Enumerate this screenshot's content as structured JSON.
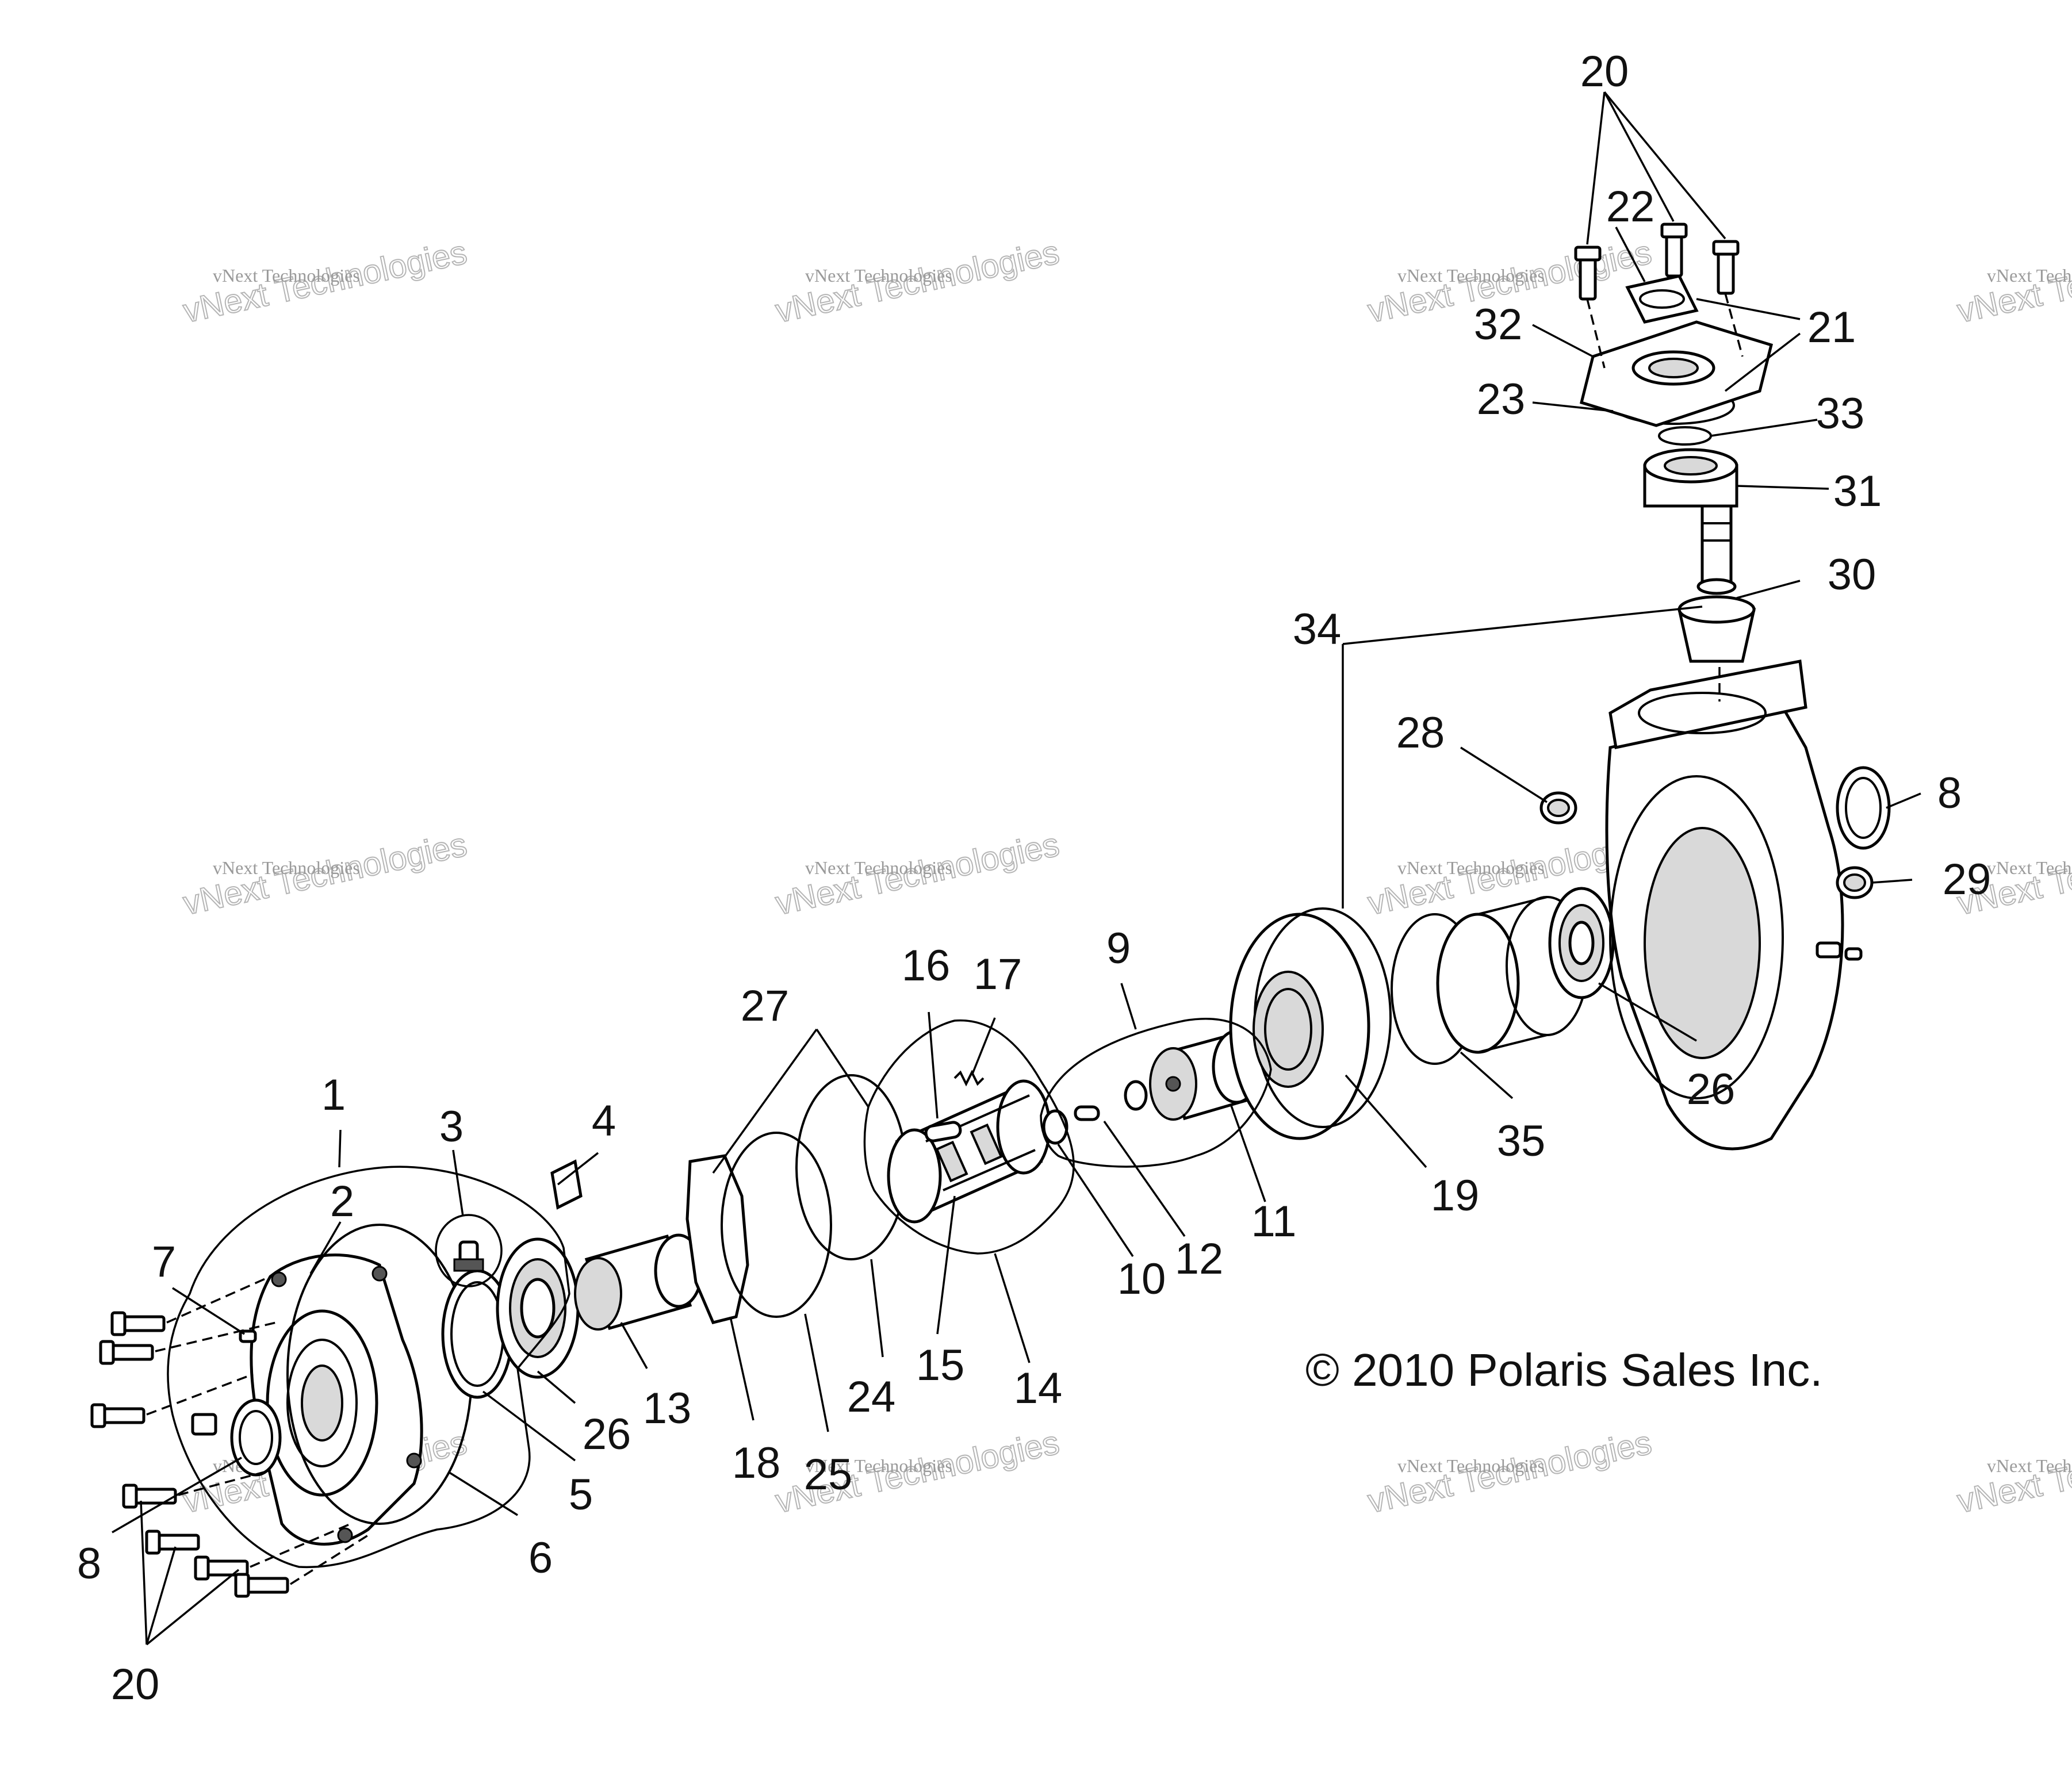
{
  "copyright": "© 2010 Polaris Sales Inc.",
  "watermark": {
    "small": "vNext Technologies",
    "large": "vNext Technologies"
  },
  "callouts": {
    "c1": "1",
    "c2": "2",
    "c3": "3",
    "c4": "4",
    "c5": "5",
    "c6": "6",
    "c7": "7",
    "c8a": "8",
    "c8b": "8",
    "c9": "9",
    "c10": "10",
    "c11": "11",
    "c12": "12",
    "c13": "13",
    "c14": "14",
    "c15": "15",
    "c16": "16",
    "c17": "17",
    "c18": "18",
    "c19": "19",
    "c20a": "20",
    "c20b": "20",
    "c21": "21",
    "c22": "22",
    "c23": "23",
    "c24": "24",
    "c25": "25",
    "c26a": "26",
    "c26b": "26",
    "c27": "27",
    "c28": "28",
    "c29": "29",
    "c30": "30",
    "c31": "31",
    "c32": "32",
    "c33": "33",
    "c34": "34",
    "c35": "35"
  }
}
